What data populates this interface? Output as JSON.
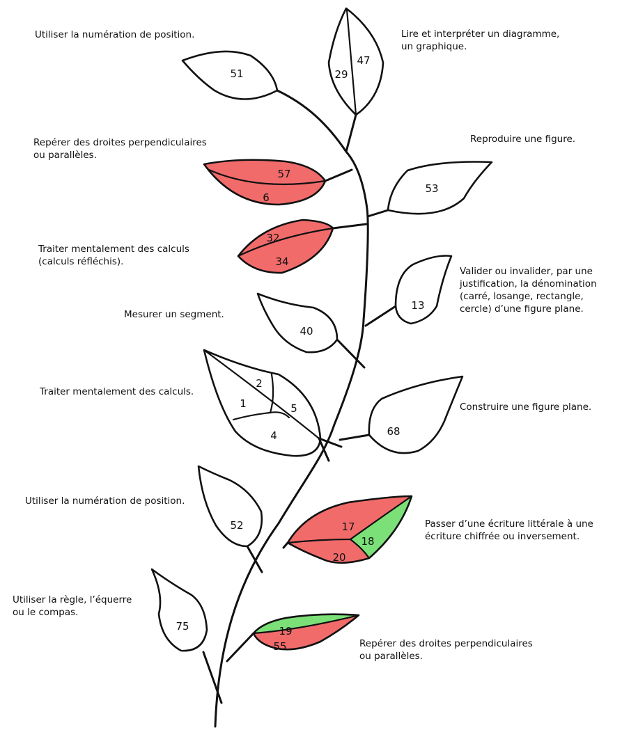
{
  "colors": {
    "red": "#f26b6b",
    "green": "#7be078",
    "ink": "#111111"
  },
  "labels": {
    "l1": "Utiliser la numération de position.",
    "l2": "Lire et interpréter un diagramme,\nun graphique.",
    "l3": "Repérer des droites perpendiculaires\nou parallèles.",
    "l4": "Reproduire une figure.",
    "l5": "Traiter mentalement des calculs\n(calculs réfléchis).",
    "l6": "Valider ou invalider, par une\njustification, la dénomination\n(carré, losange, rectangle,\ncercle) d’une figure plane.",
    "l7": "Mesurer un segment.",
    "l8": "Traiter mentalement des calculs.",
    "l9": "Construire une figure plane.",
    "l10": "Utiliser la numération de position.",
    "l11": "Passer d’une écriture littérale à une\nécriture chiffrée ou inversement.",
    "l12": "Utiliser la règle, l’équerre\nou le compas.",
    "l13": "Repérer des droites perpendiculaires\nou parallèles."
  },
  "leaves": {
    "numeration_top": "51",
    "diagramme": [
      "29",
      "47"
    ],
    "perpendiculaires_top": [
      "57",
      "6"
    ],
    "reproduire": "53",
    "calculs_reflechis": [
      "32",
      "34"
    ],
    "valider": "13",
    "mesurer": "40",
    "calculs": [
      "2",
      "1",
      "5",
      "4"
    ],
    "construire": "68",
    "numeration_bottom": "52",
    "ecriture": [
      "17",
      "18",
      "20"
    ],
    "regle": "75",
    "perpendiculaires_bottom": [
      "19",
      "55"
    ]
  }
}
